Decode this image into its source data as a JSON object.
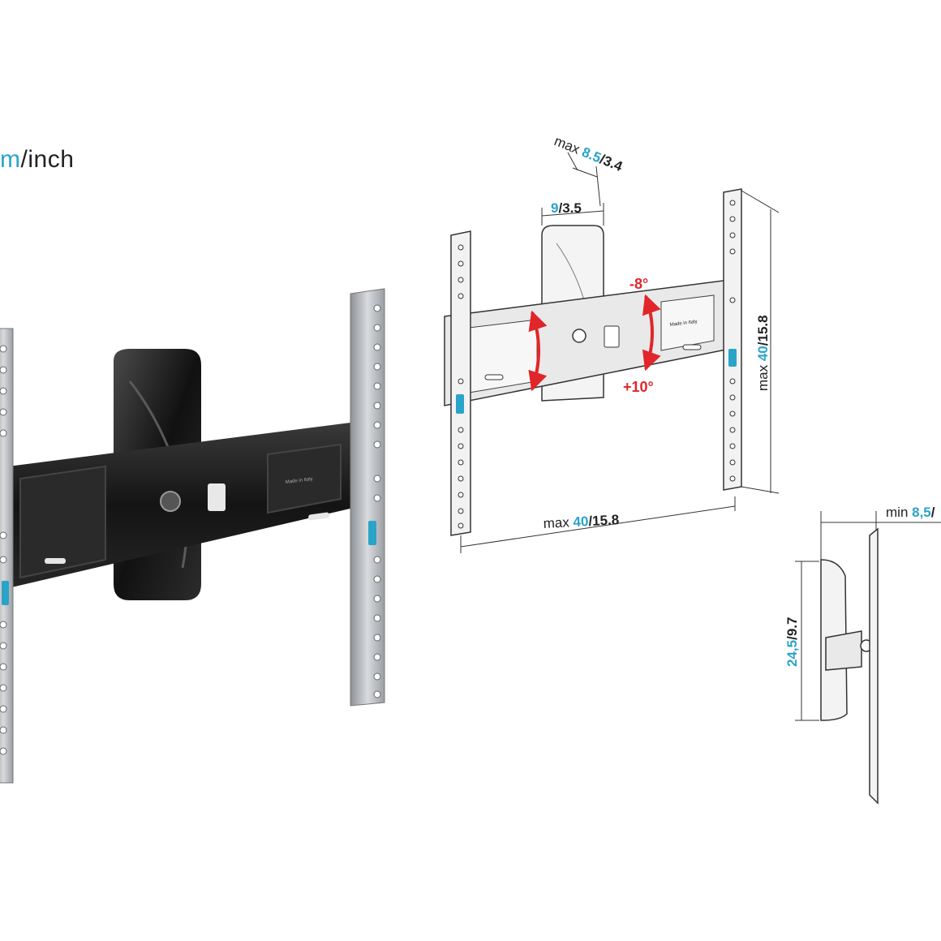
{
  "units": {
    "metric_tail": "m",
    "sep": "/",
    "imperial": "inch"
  },
  "front_view": {
    "top_depth": {
      "prefix": "max ",
      "metric": "8.5",
      "sep": "/",
      "imperial": "3.4"
    },
    "arm_width": {
      "metric": "9",
      "sep": "/",
      "imperial": "3.5"
    },
    "tilt_up": "-8°",
    "tilt_down": "+10°",
    "height": {
      "prefix": "max ",
      "metric": "40",
      "sep": "/",
      "imperial": "15.8"
    },
    "width": {
      "prefix": "max ",
      "metric": "40",
      "sep": "/",
      "imperial": "15.8"
    },
    "plate_text": "Made in Italy"
  },
  "side_view": {
    "min_depth": {
      "prefix": "min ",
      "metric": "8,5",
      "sep": "/"
    },
    "plate_height": {
      "metric": "24,5",
      "sep": "/",
      "imperial": "9.7"
    }
  },
  "photo": {
    "plate_text": "Made in Italy"
  },
  "colors": {
    "accent_blue": "#2aa3c8",
    "tilt_red": "#e0262b",
    "bracket_black": "#1a1a1a",
    "rail_grey": "#b9bcc0"
  }
}
